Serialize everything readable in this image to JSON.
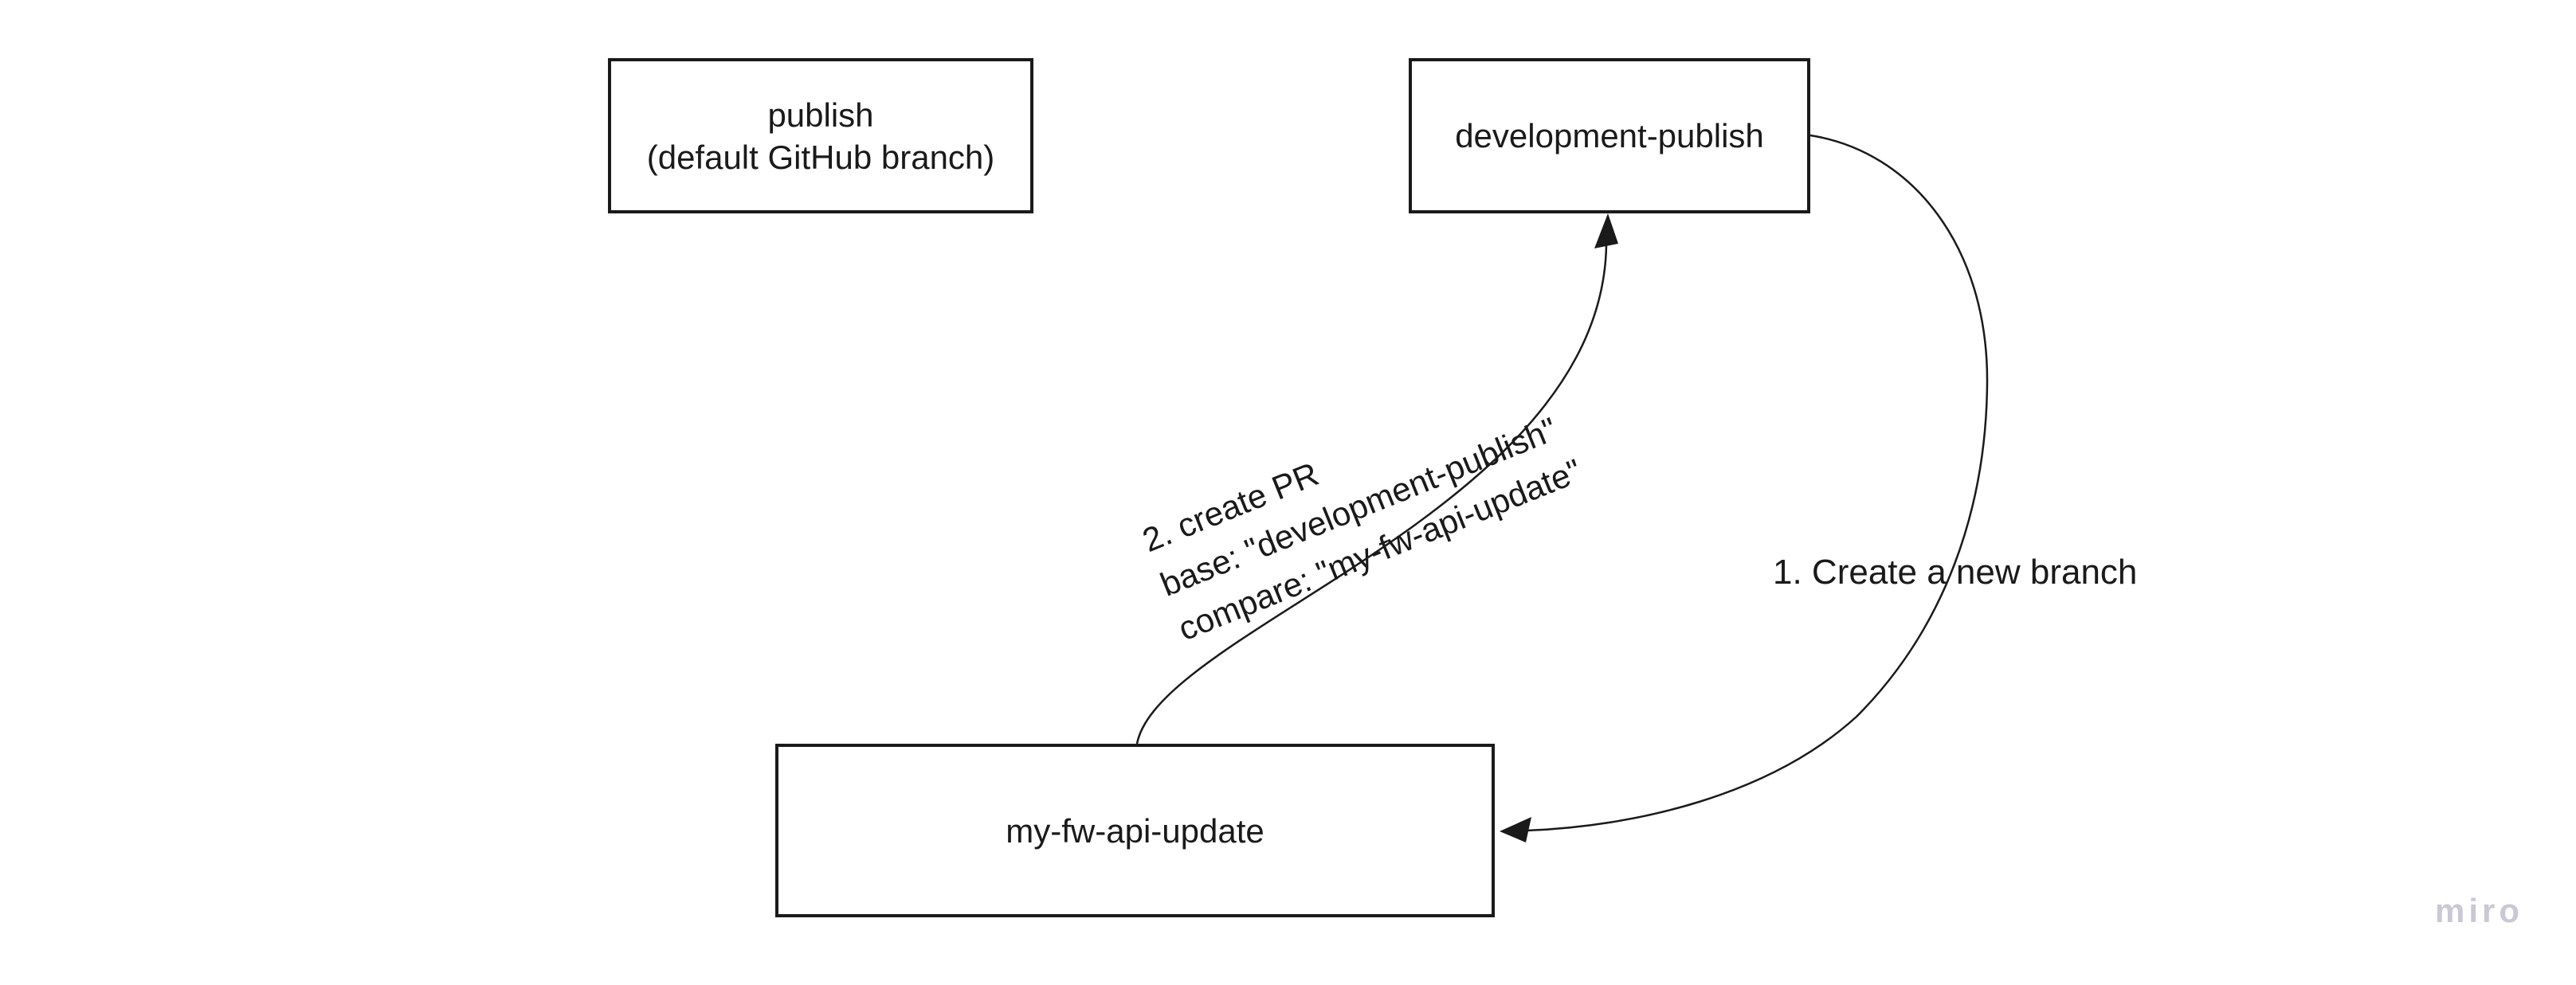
{
  "canvas": {
    "background": "#ffffff",
    "stroke_color": "#1a1a1a",
    "text_color": "#1a1a1a"
  },
  "nodes": {
    "publish": {
      "line1": "publish",
      "line2": "(default GitHub branch)"
    },
    "development_publish": {
      "label": "development-publish"
    },
    "my_fw_api_update": {
      "label": "my-fw-api-update"
    }
  },
  "edge_labels": {
    "create_branch": {
      "label": "1. Create a new branch"
    },
    "create_pr": {
      "line1": "2. create PR",
      "line2": "base: \"development-publish\"",
      "line3": "compare: \"my-fw-api-update\""
    }
  },
  "watermark": {
    "label": "miro",
    "color": "#c8c9d4"
  }
}
